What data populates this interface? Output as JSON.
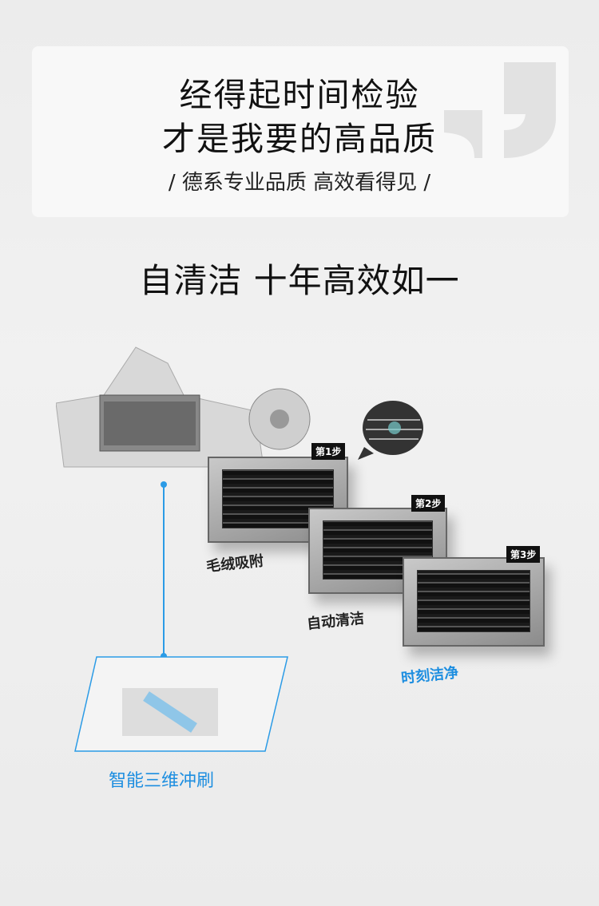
{
  "header": {
    "line1": "经得起时间检验",
    "line2": "才是我要的高品质",
    "subtitle": "/ 德系专业品质   高效看得见 /"
  },
  "section": {
    "title": "自清洁 十年高效如一",
    "steps": [
      {
        "badge": "第1步",
        "label": "毛绒吸附"
      },
      {
        "badge": "第2步",
        "label": "自动清洁"
      },
      {
        "badge": "第3步",
        "label": "时刻洁净"
      }
    ],
    "flush_label": "智能三维冲刷"
  },
  "colors": {
    "accent": "#1d8ee0"
  }
}
